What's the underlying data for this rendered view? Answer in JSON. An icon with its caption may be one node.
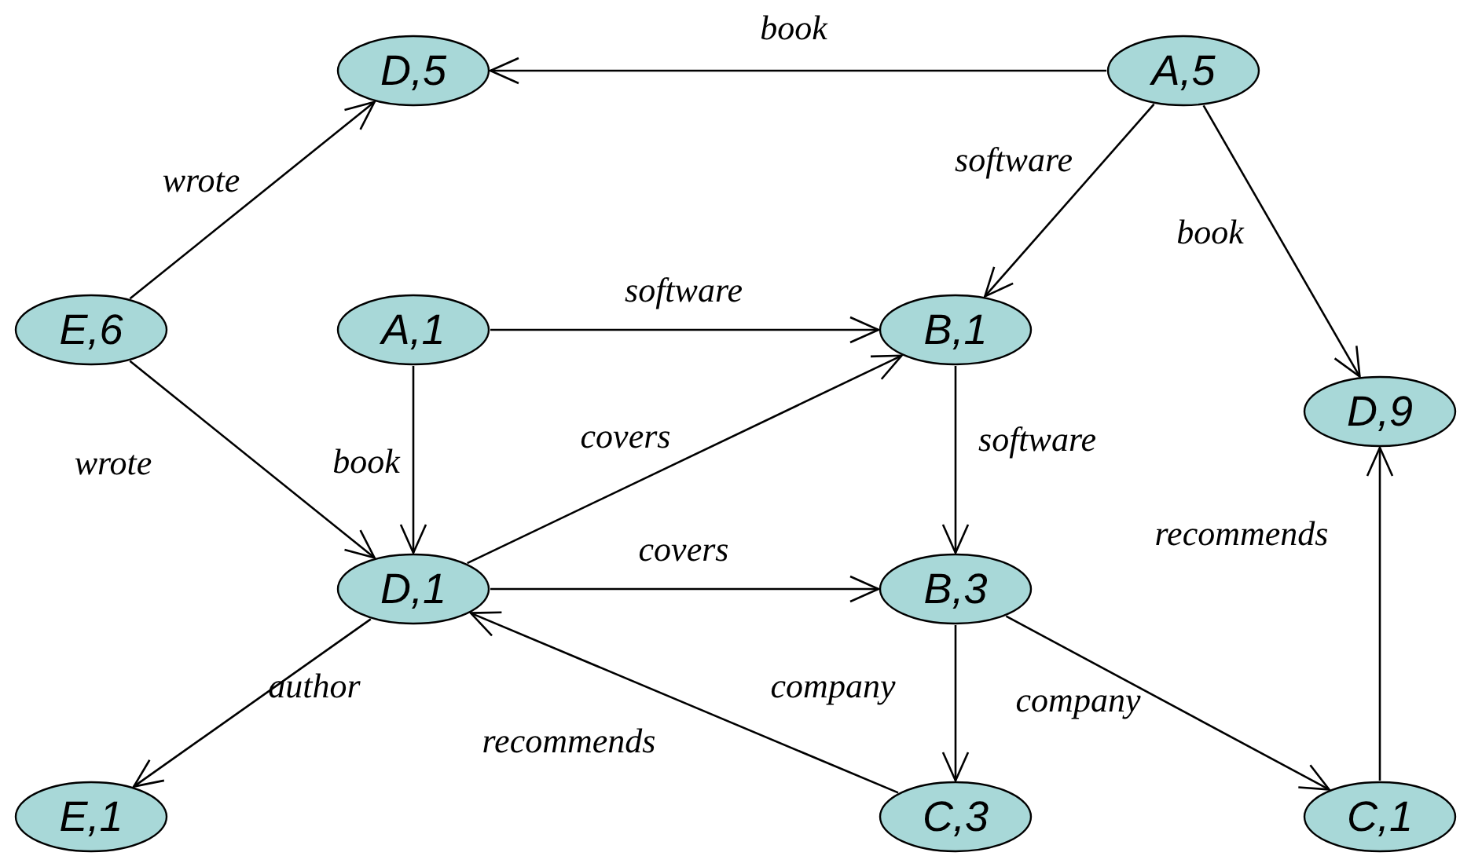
{
  "diagram": {
    "nodes": [
      {
        "text": [
          "D,5"
        ]
      },
      {
        "text": [
          "A,5"
        ]
      },
      {
        "text": [
          "E,6"
        ]
      },
      {
        "text": [
          "A,1"
        ]
      },
      {
        "text": [
          "B,1"
        ]
      },
      {
        "text": [
          "D,9"
        ]
      },
      {
        "text": [
          "D,1"
        ]
      },
      {
        "text": [
          "B,3"
        ]
      },
      {
        "text": [
          "E,1"
        ]
      },
      {
        "text": [
          "C,3"
        ]
      },
      {
        "text": [
          "C,1"
        ]
      }
    ],
    "edges": [
      {
        "from": 1,
        "to": 0,
        "arrow": "to",
        "label": "book"
      },
      {
        "from": 1,
        "to": 4,
        "arrow": "to",
        "label": "software"
      },
      {
        "from": 1,
        "to": 5,
        "arrow": "to",
        "label": "book"
      },
      {
        "from": 2,
        "to": 0,
        "arrow": "to",
        "label": "wrote"
      },
      {
        "from": 2,
        "to": 6,
        "arrow": "to",
        "label": "wrote"
      },
      {
        "from": 3,
        "to": 4,
        "arrow": "to",
        "label": "software"
      },
      {
        "from": 3,
        "to": 6,
        "arrow": "to",
        "label": "book"
      },
      {
        "from": 6,
        "to": 4,
        "arrow": "to",
        "label": "covers"
      },
      {
        "from": 6,
        "to": 7,
        "arrow": "to",
        "label": "covers"
      },
      {
        "from": 4,
        "to": 7,
        "arrow": "to",
        "label": "software"
      },
      {
        "from": 6,
        "to": 8,
        "arrow": "to",
        "label": "author"
      },
      {
        "from": 9,
        "to": 6,
        "arrow": "to",
        "label": "recommends"
      },
      {
        "from": 7,
        "to": 9,
        "arrow": "to",
        "label": "company"
      },
      {
        "from": 7,
        "to": 10,
        "arrow": "to",
        "label": "company"
      },
      {
        "from": 10,
        "to": 5,
        "arrow": "to",
        "label": "recommends"
      }
    ]
  }
}
